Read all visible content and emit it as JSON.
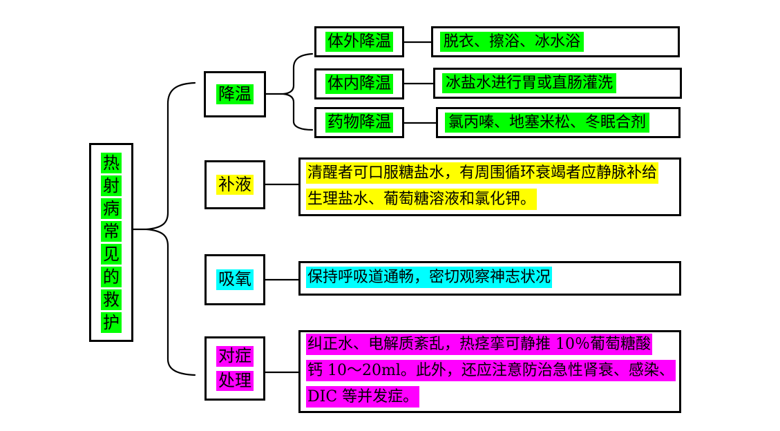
{
  "colors": {
    "green": "#00ff00",
    "yellow": "#ffff00",
    "cyan": "#00ffff",
    "magenta": "#ff00ff",
    "line": "#000000",
    "background": "#ffffff"
  },
  "root": {
    "chars": [
      "热",
      "射",
      "病",
      "常",
      "见",
      "的",
      "救",
      "护"
    ]
  },
  "branches": {
    "cooling": {
      "label": "降温",
      "children": [
        {
          "label": "体外降温",
          "detail": "脱衣、擦浴、冰水浴"
        },
        {
          "label": "体内降温",
          "detail": "冰盐水进行胃或直肠灌洗"
        },
        {
          "label": "药物降温",
          "detail": "氯丙嗪、地塞米松、冬眠合剂"
        }
      ]
    },
    "fluid": {
      "label": "补液",
      "detail_lines": [
        "清醒者可口服糖盐水，有周围循环衰竭者应静脉补给",
        "生理盐水、葡萄糖溶液和氯化钾。"
      ]
    },
    "oxygen": {
      "label": "吸氧",
      "detail_lines": [
        "保持呼吸道通畅，密切观察神志状况"
      ]
    },
    "symptomatic": {
      "label_lines": [
        "对症",
        "处理"
      ],
      "detail_lines": [
        "纠正水、电解质紊乱，热痉挛可静推 10％葡萄糖酸",
        "钙 10～20ml。此外，还应注意防治急性肾衰、感染、",
        "DIC 等并发症。"
      ]
    }
  }
}
